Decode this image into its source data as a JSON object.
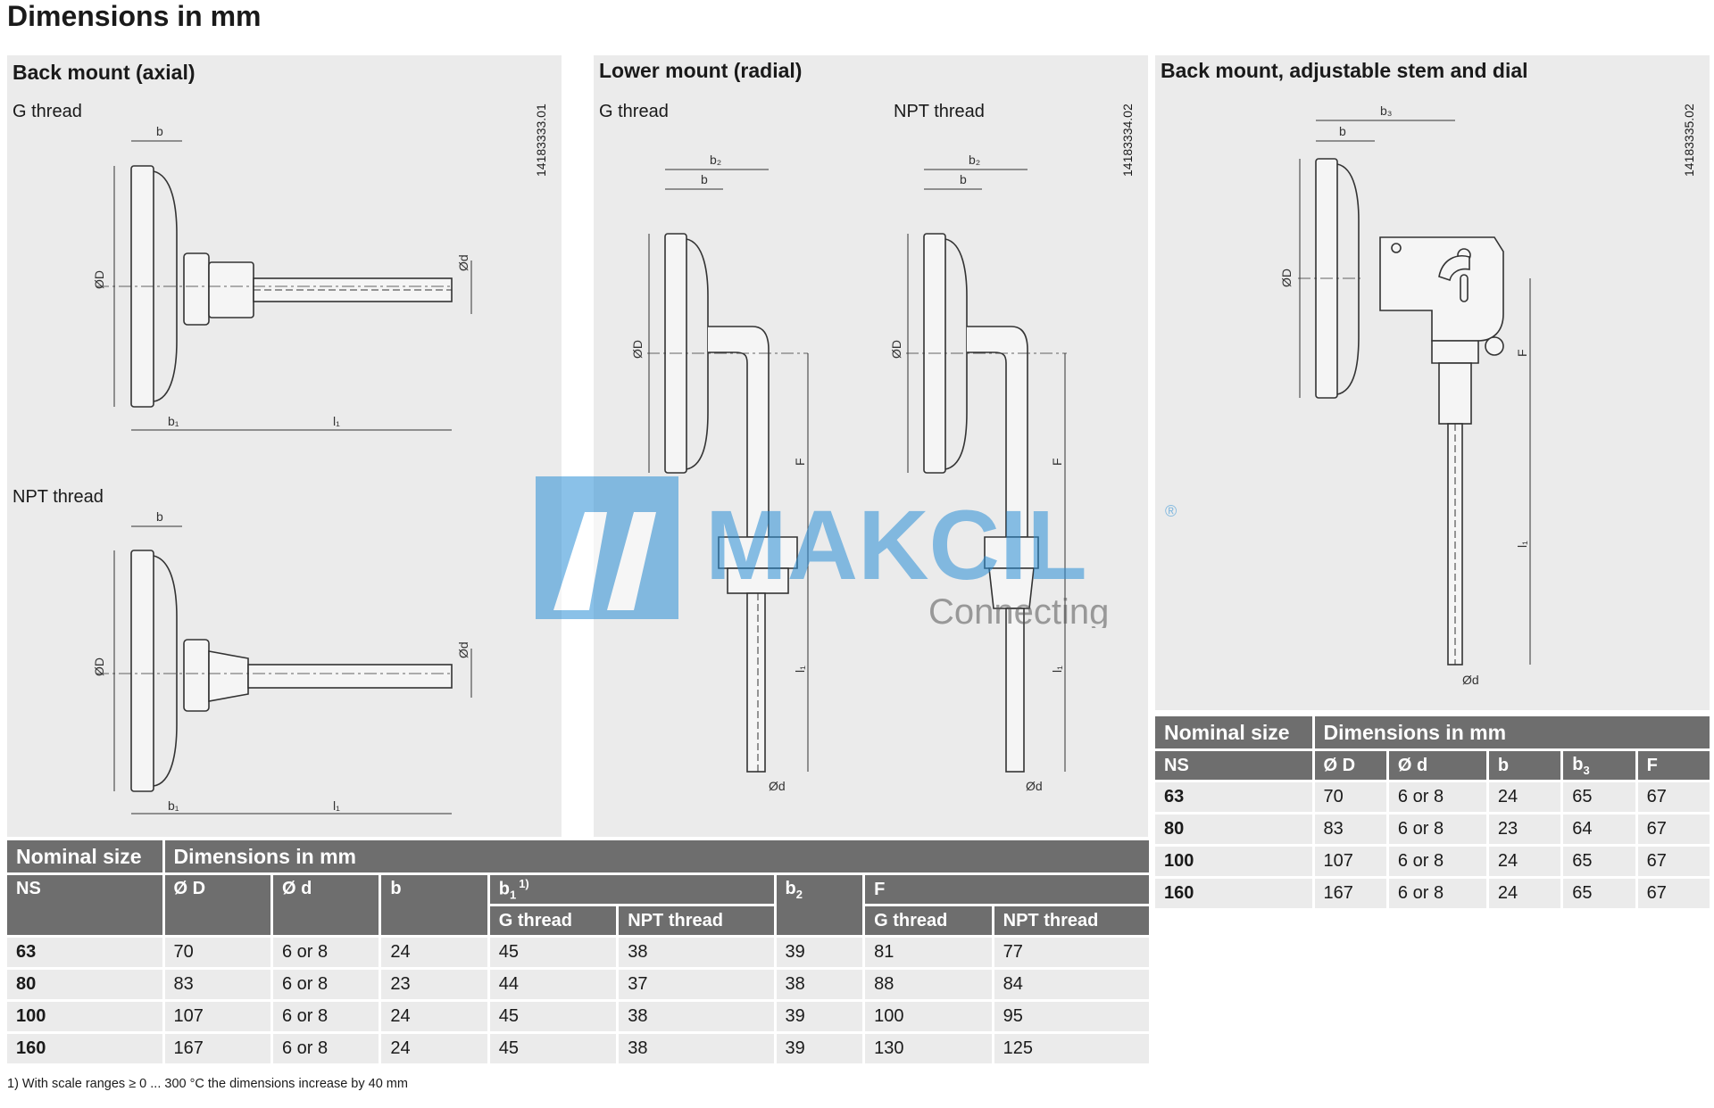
{
  "page_title": "Dimensions in mm",
  "panels": {
    "axial": {
      "title": "Back mount (axial)",
      "sub_g": "G thread",
      "sub_npt": "NPT thread",
      "code": "14183333.01",
      "dim_b": "b",
      "dim_b1": "b₁",
      "dim_l1": "l₁",
      "dim_D": "ØD",
      "dim_d": "Ød"
    },
    "radial": {
      "title": "Lower mount (radial)",
      "sub_g": "G thread",
      "sub_npt": "NPT thread",
      "code": "14183334.02",
      "dim_b": "b",
      "dim_b2": "b₂",
      "dim_F": "F",
      "dim_l1": "l₁",
      "dim_D": "ØD",
      "dim_d": "Ød"
    },
    "adjustable": {
      "title": "Back mount, adjustable stem and dial",
      "code": "14183335.02",
      "dim_b": "b",
      "dim_b3": "b₃",
      "dim_F": "F",
      "dim_l1": "l₁",
      "dim_D": "ØD",
      "dim_d": "Ød"
    }
  },
  "table_main": {
    "header_nominal": "Nominal size",
    "header_dims": "Dimensions in mm",
    "col_ns": "NS",
    "col_D": "Ø D",
    "col_d": "Ø d",
    "col_b": "b",
    "col_b1": "b",
    "col_b1_sub": "1",
    "col_b1_sup": "1)",
    "col_b2": "b",
    "col_b2_sub": "2",
    "col_F": "F",
    "sub_g": "G thread",
    "sub_npt": "NPT thread",
    "rows": [
      {
        "ns": "63",
        "D": "70",
        "d": "6 or 8",
        "b": "24",
        "b1g": "45",
        "b1n": "38",
        "b2": "39",
        "Fg": "81",
        "Fn": "77"
      },
      {
        "ns": "80",
        "D": "83",
        "d": "6 or 8",
        "b": "23",
        "b1g": "44",
        "b1n": "37",
        "b2": "38",
        "Fg": "88",
        "Fn": "84"
      },
      {
        "ns": "100",
        "D": "107",
        "d": "6 or 8",
        "b": "24",
        "b1g": "45",
        "b1n": "38",
        "b2": "39",
        "Fg": "100",
        "Fn": "95"
      },
      {
        "ns": "160",
        "D": "167",
        "d": "6 or 8",
        "b": "24",
        "b1g": "45",
        "b1n": "38",
        "b2": "39",
        "Fg": "130",
        "Fn": "125"
      }
    ]
  },
  "table_adj": {
    "header_nominal": "Nominal size",
    "header_dims": "Dimensions in mm",
    "col_ns": "NS",
    "col_D": "Ø D",
    "col_d": "Ø d",
    "col_b": "b",
    "col_b3": "b",
    "col_b3_sub": "3",
    "col_F": "F",
    "rows": [
      {
        "ns": "63",
        "D": "70",
        "d": "6 or 8",
        "b": "24",
        "b3": "65",
        "F": "67"
      },
      {
        "ns": "80",
        "D": "83",
        "d": "6 or 8",
        "b": "23",
        "b3": "64",
        "F": "67"
      },
      {
        "ns": "100",
        "D": "107",
        "d": "6 or 8",
        "b": "24",
        "b3": "65",
        "F": "67"
      },
      {
        "ns": "160",
        "D": "167",
        "d": "6 or 8",
        "b": "24",
        "b3": "65",
        "F": "67"
      }
    ]
  },
  "footnote": "1) With scale ranges ≥ 0 ... 300 °C the dimensions increase by 40 mm",
  "watermark": {
    "brand": "MAKCIL",
    "tagline": "Connecting",
    "mark": "®",
    "color": "#2b8fd6"
  }
}
